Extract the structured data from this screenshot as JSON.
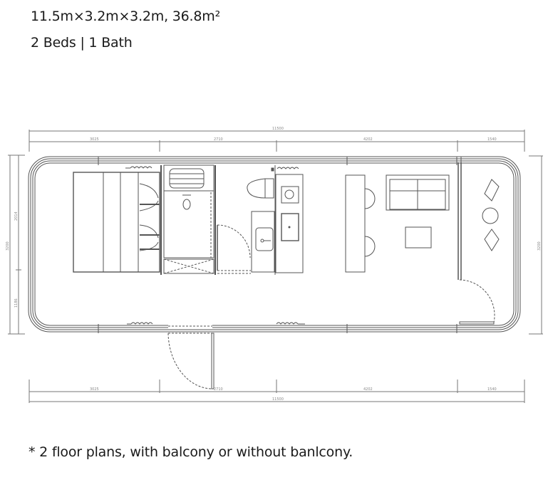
{
  "header": {
    "dimensions": "11.5m×3.2m×3.2m, 36.8m²",
    "rooms": "2 Beds | 1 Bath"
  },
  "floor_plan": {
    "dimensions_top": {
      "overall": "11500",
      "segments": [
        "3025",
        "2710",
        "4202",
        "1540"
      ]
    },
    "dimensions_bottom": {
      "overall": "11500",
      "segments": [
        "3025",
        "2710",
        "4202",
        "1540"
      ]
    },
    "dimensions_left": {
      "overall": "3200",
      "segments": [
        "2014",
        "1186"
      ]
    },
    "dimensions_right": {
      "overall": "3200"
    },
    "zones": [
      "bedroom",
      "shower",
      "bathroom",
      "living",
      "balcony"
    ],
    "line_color": "#555555"
  },
  "footer": {
    "note": "* 2 floor plans, with balcony or without banlcony."
  }
}
